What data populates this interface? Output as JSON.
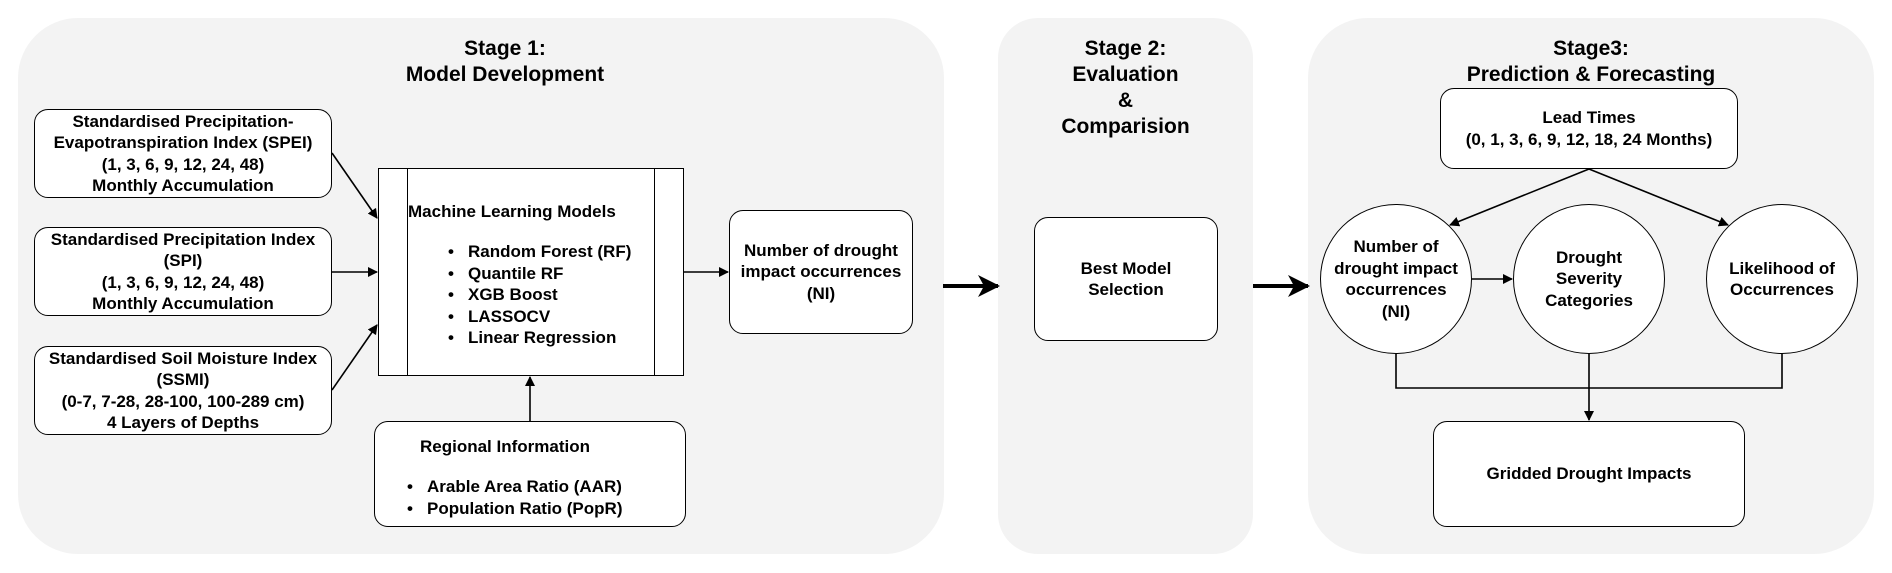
{
  "stage1": {
    "title_line1": "Stage 1:",
    "title_line2": "Model Development",
    "spei": [
      "Standardised Precipitation-",
      "Evapotranspiration Index (SPEI)",
      "(1, 3, 6, 9, 12, 24, 48)",
      "Monthly Accumulation"
    ],
    "spi": [
      "Standardised Precipitation Index",
      "(SPI)",
      "(1, 3, 6, 9, 12, 24, 48)",
      "Monthly Accumulation"
    ],
    "ssmi": [
      "Standardised Soil Moisture Index",
      "(SSMI)",
      "(0-7, 7-28, 28-100, 100-289 cm)",
      "4 Layers of Depths"
    ],
    "ml_models": {
      "title": "Machine Learning Models",
      "items": [
        "Random Forest (RF)",
        "Quantile RF",
        "XGB Boost",
        "LASSOCV",
        "Linear Regression"
      ]
    },
    "regional": {
      "title": "Regional Information",
      "items": [
        "Arable Area Ratio (AAR)",
        "Population Ratio (PopR)"
      ]
    },
    "output": [
      "Number of drought",
      "impact occurrences",
      "(NI)"
    ]
  },
  "stage2": {
    "title_lines": [
      "Stage 2:",
      "Evaluation",
      "&",
      "Comparision"
    ],
    "best_model": [
      "Best Model",
      "Selection"
    ]
  },
  "stage3": {
    "title_line1": "Stage3:",
    "title_line2": "Prediction & Forecasting",
    "lead_times": [
      "Lead Times",
      "(0, 1, 3, 6, 9, 12, 18, 24 Months)"
    ],
    "ni_circle": [
      "Number of",
      "drought impact",
      "occurrences",
      "(NI)"
    ],
    "severity_circle": [
      "Drought",
      "Severity",
      "Categories"
    ],
    "likelihood_circle": [
      "Likelihood of",
      "Occurrences"
    ],
    "gridded": "Gridded Drought Impacts"
  }
}
